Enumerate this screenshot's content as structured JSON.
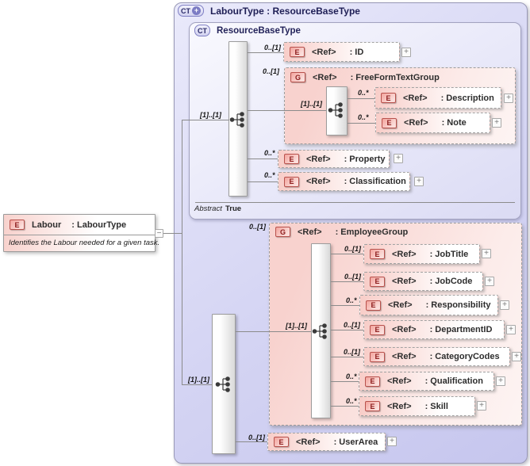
{
  "palette": {
    "panel_fill": "#d4d4f3",
    "panel_border": "#9898b6",
    "element_fill": "#f8cdc8",
    "element_border": "#b8514c",
    "element_text": "#8c1c1c",
    "ct_border": "#8080c4",
    "ct_text": "#2a2a68",
    "line": "#8b8b8b"
  },
  "outer": {
    "badge": "CT",
    "badge_plus": "+",
    "title": "LabourType : ResourceBaseType"
  },
  "labour": {
    "badge": "E",
    "name": "Labour",
    "type": ": LabourType",
    "annotation": "Identifies the Labour needed for a given task.",
    "collapse": "−"
  },
  "rbt": {
    "badge": "CT",
    "title": "ResourceBaseType",
    "abstract_label": "Abstract",
    "abstract_value": "True",
    "seq_card": "[1]..[1]",
    "id": {
      "card": "0..[1]",
      "badge": "E",
      "ref": "<Ref>",
      "name": ": ID",
      "expand": "+"
    },
    "fftg": {
      "card": "0..[1]",
      "badge": "G",
      "ref": "<Ref>",
      "name": ": FreeFormTextGroup",
      "seq_card": "[1]..[1]",
      "description": {
        "card": "0..*",
        "badge": "E",
        "ref": "<Ref>",
        "name": ": Description",
        "expand": "+"
      },
      "note": {
        "card": "0..*",
        "badge": "E",
        "ref": "<Ref>",
        "name": ": Note",
        "expand": "+"
      }
    },
    "property": {
      "card": "0..*",
      "badge": "E",
      "ref": "<Ref>",
      "name": ": Property",
      "expand": "+"
    },
    "classification": {
      "card": "0..*",
      "badge": "E",
      "ref": "<Ref>",
      "name": ": Classification",
      "expand": "+"
    }
  },
  "labour_type": {
    "seq_card": "[1]..[1]",
    "eg": {
      "card": "0..[1]",
      "badge": "G",
      "ref": "<Ref>",
      "name": ": EmployeeGroup",
      "seq_card": "[1]..[1]",
      "jobtitle": {
        "card": "0..[1]",
        "badge": "E",
        "ref": "<Ref>",
        "name": ": JobTitle",
        "expand": "+"
      },
      "jobcode": {
        "card": "0..[1]",
        "badge": "E",
        "ref": "<Ref>",
        "name": ": JobCode",
        "expand": "+"
      },
      "responsibility": {
        "card": "0..*",
        "badge": "E",
        "ref": "<Ref>",
        "name": ": Responsibility",
        "expand": "+"
      },
      "departmentid": {
        "card": "0..[1]",
        "badge": "E",
        "ref": "<Ref>",
        "name": ": DepartmentID",
        "expand": "+"
      },
      "categorycodes": {
        "card": "0..[1]",
        "badge": "E",
        "ref": "<Ref>",
        "name": ": CategoryCodes",
        "expand": "+"
      },
      "qualification": {
        "card": "0..*",
        "badge": "E",
        "ref": "<Ref>",
        "name": ": Qualification",
        "expand": "+"
      },
      "skill": {
        "card": "0..*",
        "badge": "E",
        "ref": "<Ref>",
        "name": ": Skill",
        "expand": "+"
      }
    },
    "userarea": {
      "card": "0..[1]",
      "badge": "E",
      "ref": "<Ref>",
      "name": ": UserArea",
      "expand": "+"
    }
  }
}
